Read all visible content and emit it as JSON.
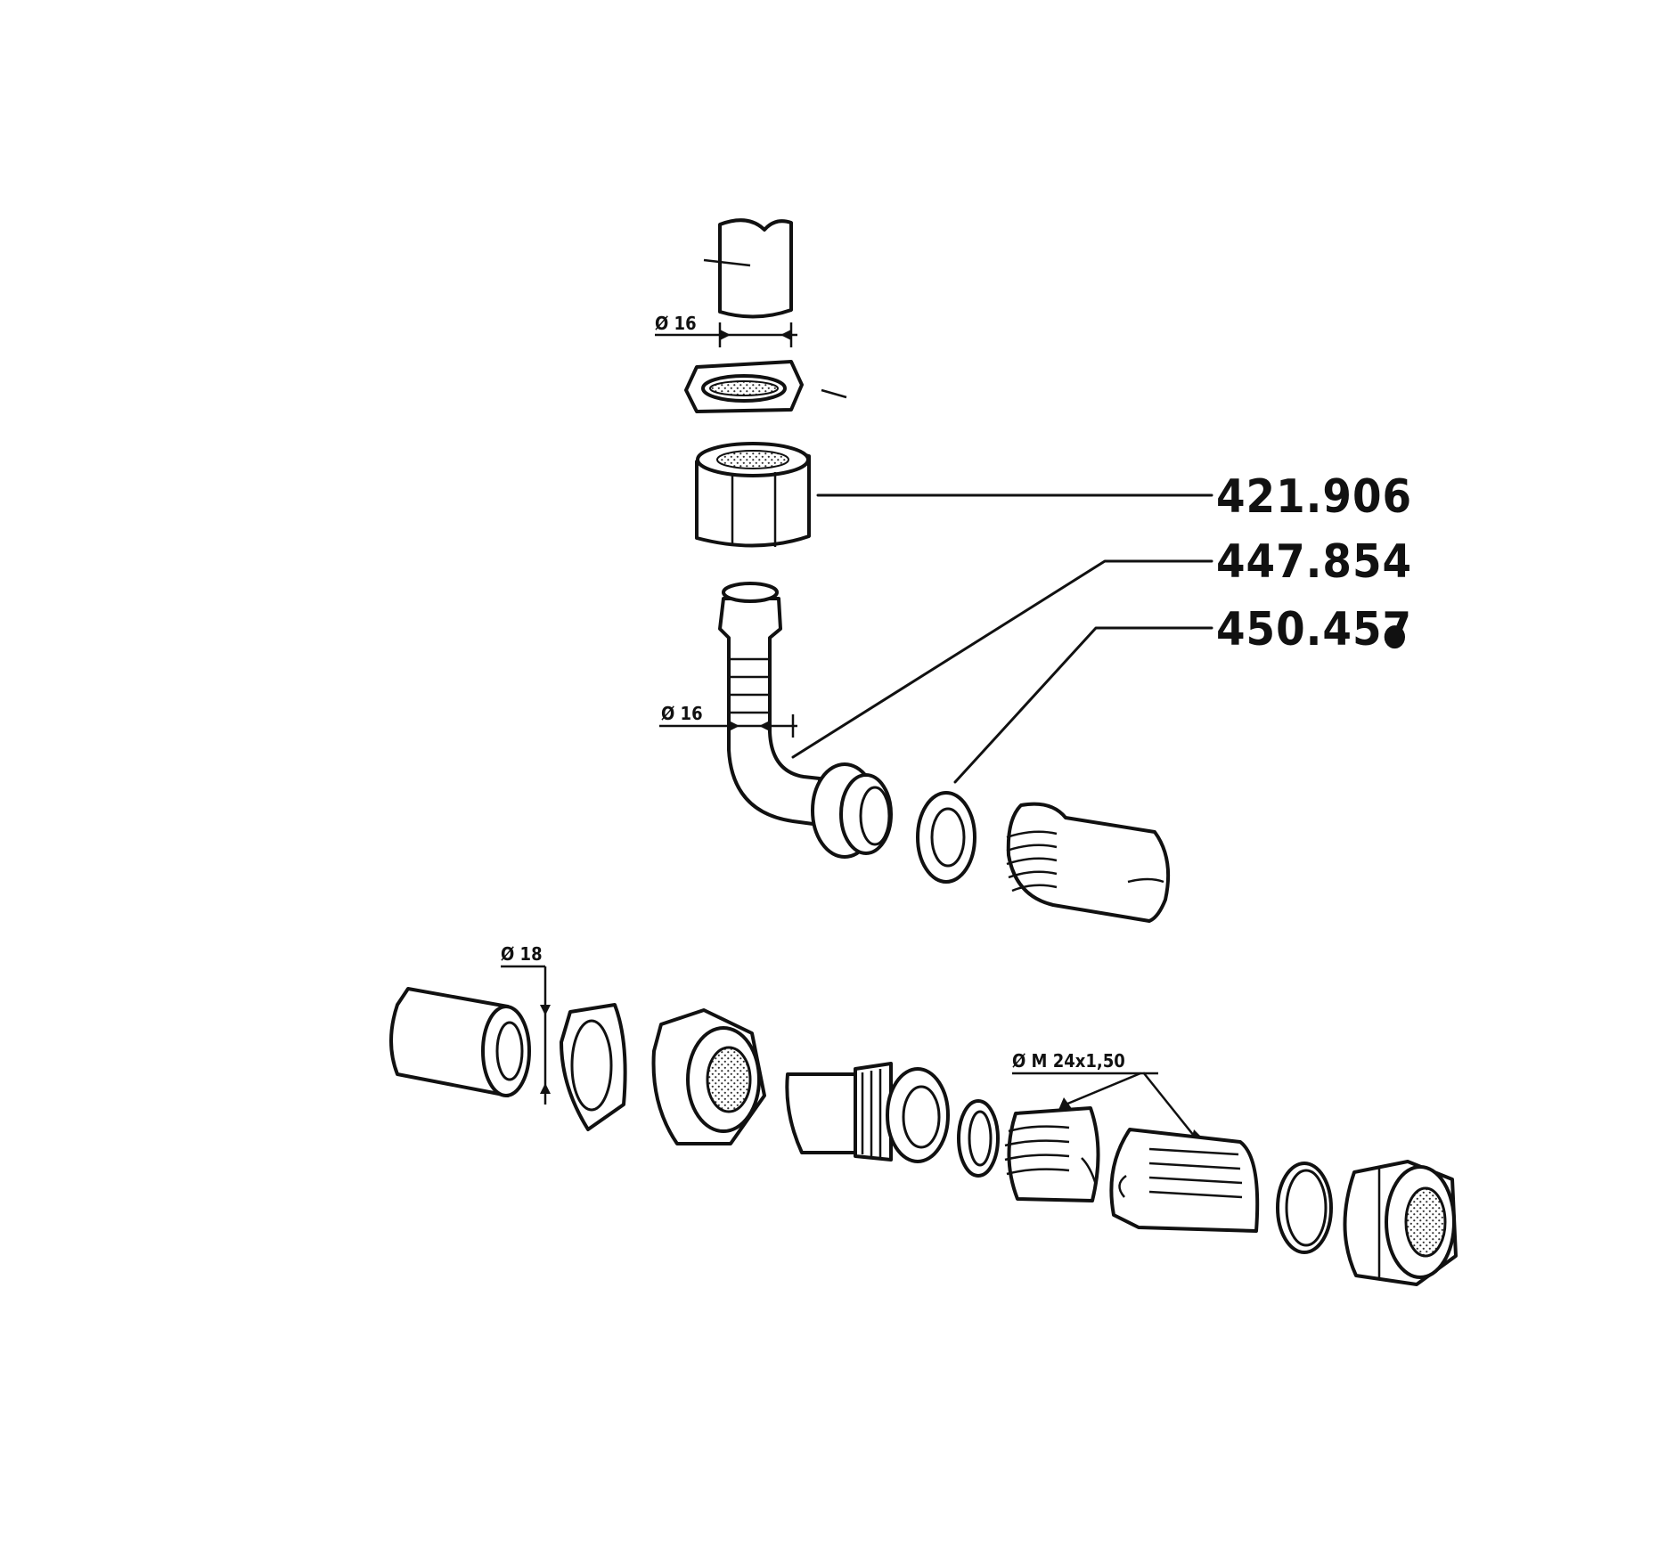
{
  "part_numbers": {
    "nut_top": "421.906",
    "elbow": "447.854",
    "seal": "450.457"
  },
  "seal_marker": "●",
  "dimensions": {
    "top_hose": "Ø 16",
    "elbow": "Ø 16",
    "bottom_hose": "Ø 18",
    "thread": "Ø M 24x1,50"
  }
}
